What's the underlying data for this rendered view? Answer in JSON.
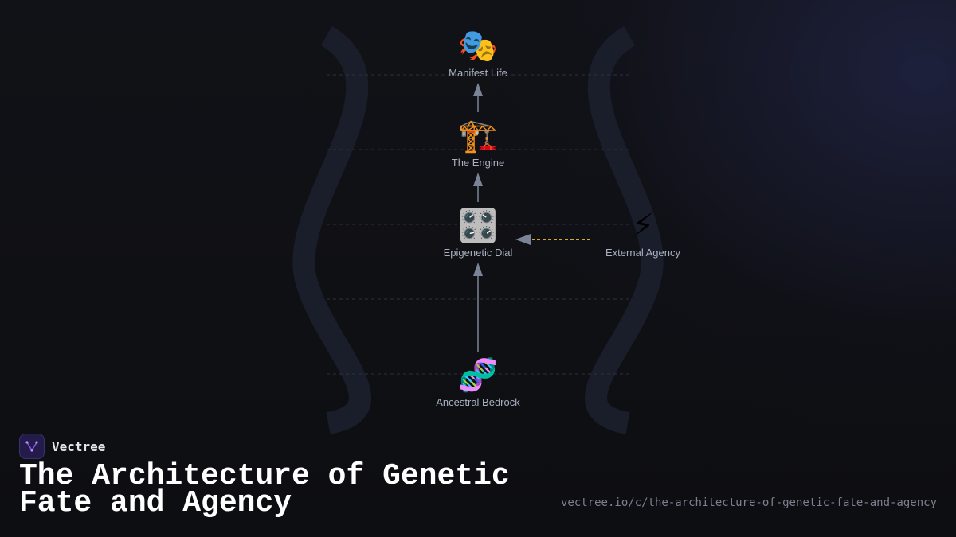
{
  "diagram": {
    "nodes": {
      "manifest_life": {
        "icon": "performing-arts-icon",
        "glyph": "🎭",
        "label": "Manifest Life"
      },
      "the_engine": {
        "icon": "construction-crane-icon",
        "glyph": "🏗️",
        "label": "The Engine"
      },
      "epigenetic_dial": {
        "icon": "control-knobs-icon",
        "glyph": "🎛️",
        "label": "Epigenetic Dial"
      },
      "external_agency": {
        "icon": "lightning-bolt-icon",
        "glyph": "⚡",
        "label": "External Agency"
      },
      "ancestral_bedrock": {
        "icon": "dna-icon",
        "glyph": "🧬",
        "label": "Ancestral Bedrock"
      }
    },
    "colors": {
      "arrow": "#7a8496",
      "agency_arrow": "#d9a826",
      "guide": "#2c3140",
      "bracket": "#1a1e2a"
    }
  },
  "brand": {
    "name": "Vectree",
    "logo_icon": "vectree-logo-icon",
    "accent": "#8a4fe0"
  },
  "title": "The Architecture of Genetic Fate and Agency",
  "url": "vectree.io/c/the-architecture-of-genetic-fate-and-agency"
}
